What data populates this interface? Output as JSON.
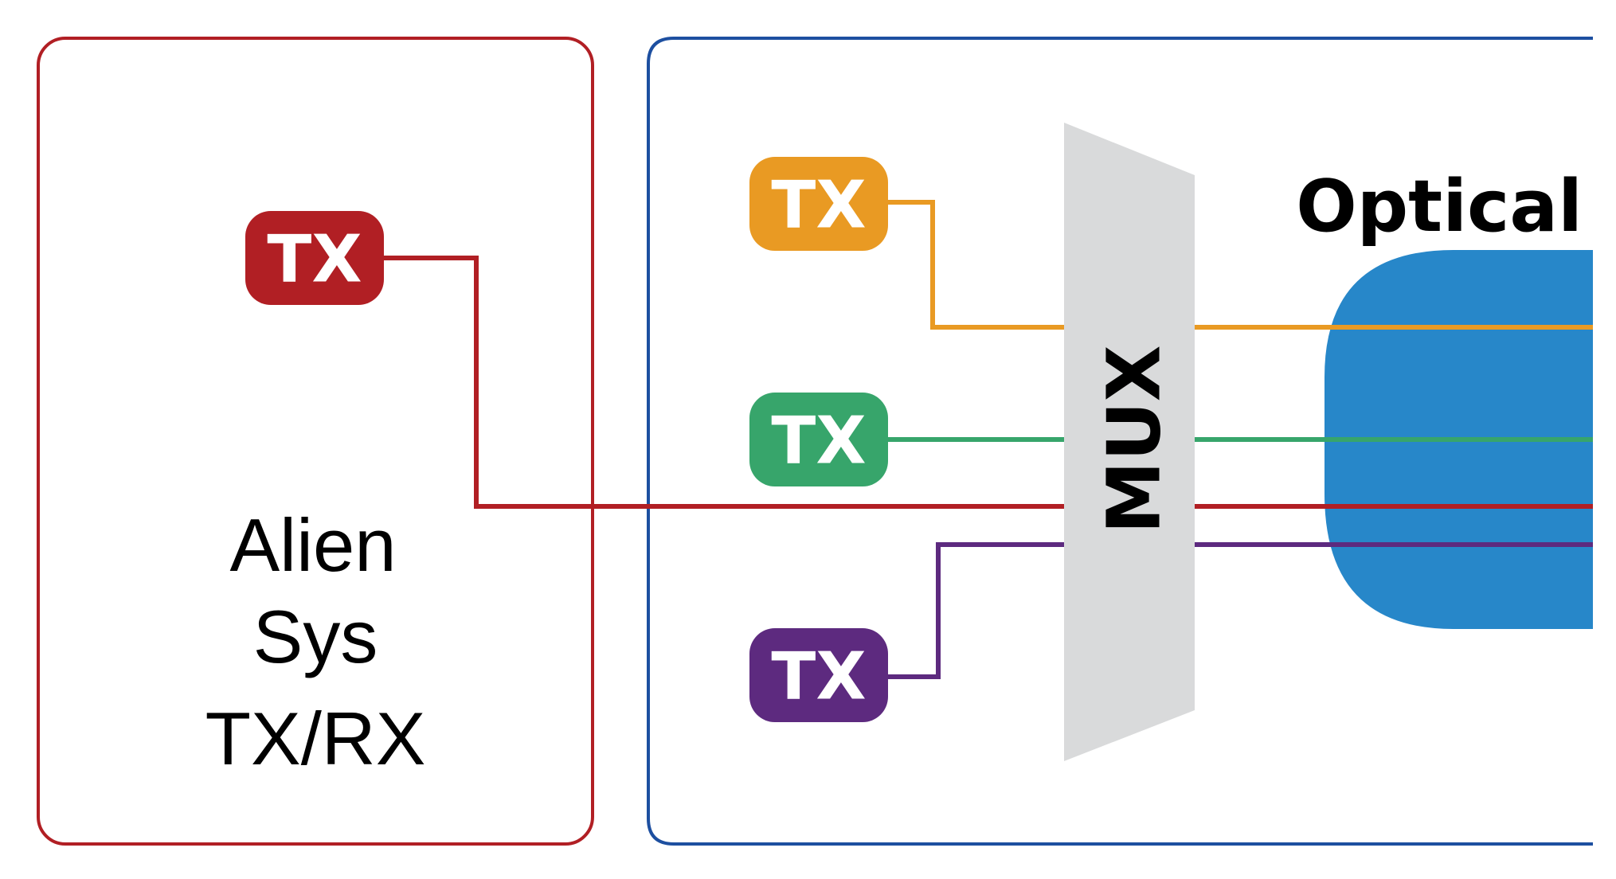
{
  "alien_system": {
    "label_lines": [
      "Alien",
      "Sys",
      "TX/RX"
    ],
    "tx_label": "TX",
    "color": "#b11f24"
  },
  "optical_system": {
    "title": "Optical",
    "transmitters": [
      {
        "label": "TX",
        "color": "#e99a23"
      },
      {
        "label": "TX",
        "color": "#37a56b"
      },
      {
        "label": "TX",
        "color": "#5d2a7f"
      }
    ],
    "mux_label": "MUX",
    "border_color": "#1d4fa0",
    "fiber_color": "#2787c9",
    "mux_color": "#d9dadb"
  }
}
